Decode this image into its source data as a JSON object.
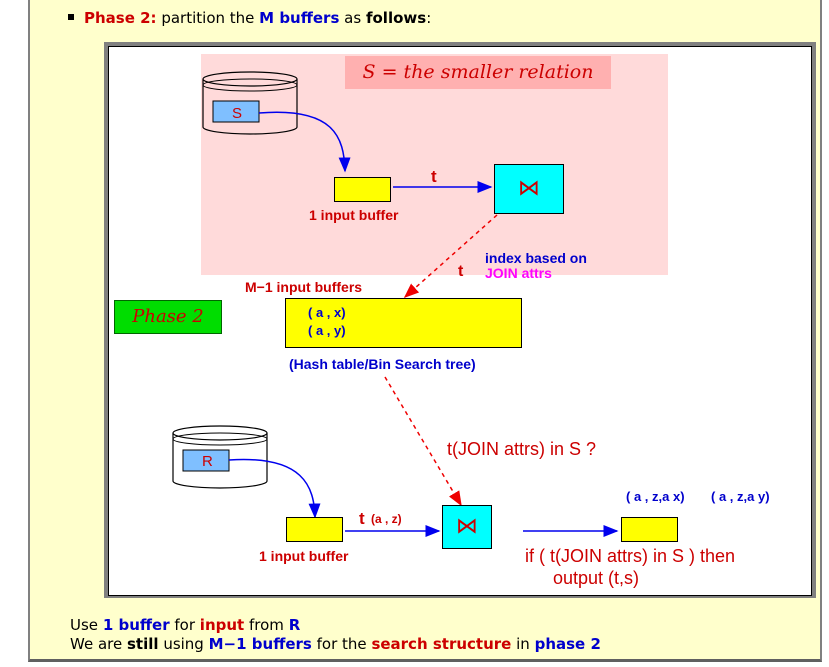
{
  "bullet": {
    "phase_label": "Phase 2:",
    "t1": "partition the",
    "m_buffers": "M buffers",
    "t2": "as",
    "follows": "follows",
    "t3": ":"
  },
  "diagram": {
    "title": "S = the smaller relation",
    "phase_badge": "Phase 2",
    "s_label": "S",
    "r_label": "R",
    "top_input_buffer": "1 input buffer",
    "bottom_input_buffer": "1 input buffer",
    "t_top": "t",
    "t_diag": "t",
    "join_symbol": "⋈",
    "index_line1": "index based on",
    "index_line2": "JOIN attrs",
    "m1_buffers": "M−1 input buffers",
    "hash_rows": [
      "( a , x)",
      "( a , y)"
    ],
    "hash_caption": "(Hash table/Bin Search tree)",
    "probe_question": "t(JOIN attrs) in S ?",
    "t_bottom": "t",
    "t_bottom_tuple": "(a , z)",
    "out_tuples": [
      "( a , z,a  x)",
      "( a , z,a  y)"
    ],
    "if_line1": "if ( t(JOIN attrs) in S ) then",
    "if_line2": "output (t,s)"
  },
  "bottom": {
    "line1_a": "Use",
    "line1_b": "1 buffer",
    "line1_c": "for",
    "line1_d": "input",
    "line1_e": "from",
    "line1_f": "R",
    "line2_a": "We are",
    "line2_b": "still",
    "line2_c": "using",
    "line2_d": "M−1 buffers",
    "line2_e": "for the",
    "line2_f": "search structure",
    "line2_g": "in",
    "line2_h": "phase 2"
  },
  "colors": {
    "panel_bg": "#ffffcc",
    "red": "#cc0000",
    "blue": "#0000cc",
    "yellow": "#ffff00",
    "cyan": "#00ffff",
    "pink": "#ffdada"
  }
}
